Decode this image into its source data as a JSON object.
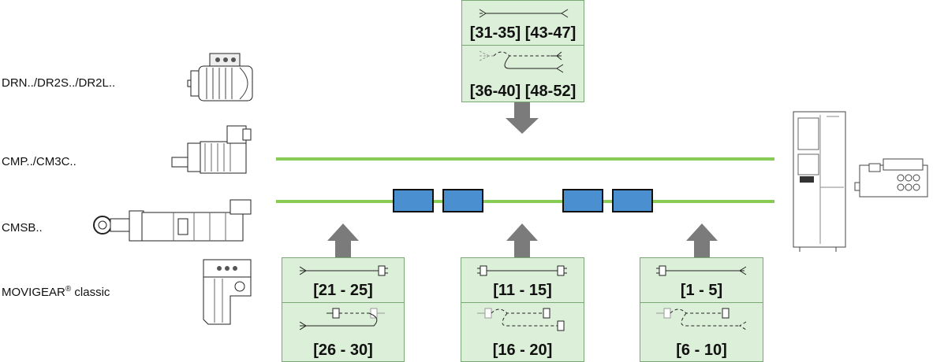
{
  "motors": [
    {
      "label": "DRN../DR2S../DR2L..",
      "icon": "drn-motor-icon"
    },
    {
      "label": "CMP../CM3C..",
      "icon": "cmp-motor-icon"
    },
    {
      "label": "CMSB..",
      "icon": "cmsb-motor-icon"
    },
    {
      "label": "MOVIGEAR",
      "sup": "®",
      "suffix": " classic",
      "icon": "movigear-icon"
    }
  ],
  "top_box": {
    "range_a": "[31-35] [43-47]",
    "range_b": "[36-40] [48-52]"
  },
  "bottom_boxes": [
    {
      "range_a": "[21 - 25]",
      "range_b": "[26 - 30]"
    },
    {
      "range_a": "[11 - 15]",
      "range_b": "[16 - 20]"
    },
    {
      "range_a": "[1 - 5]",
      "range_b": "[6 - 10]"
    }
  ],
  "colors": {
    "cable_line": "#88cc55",
    "connector": "#4a90d0",
    "box_fill": "#dcefd8",
    "arrow": "#7b7b7b"
  }
}
